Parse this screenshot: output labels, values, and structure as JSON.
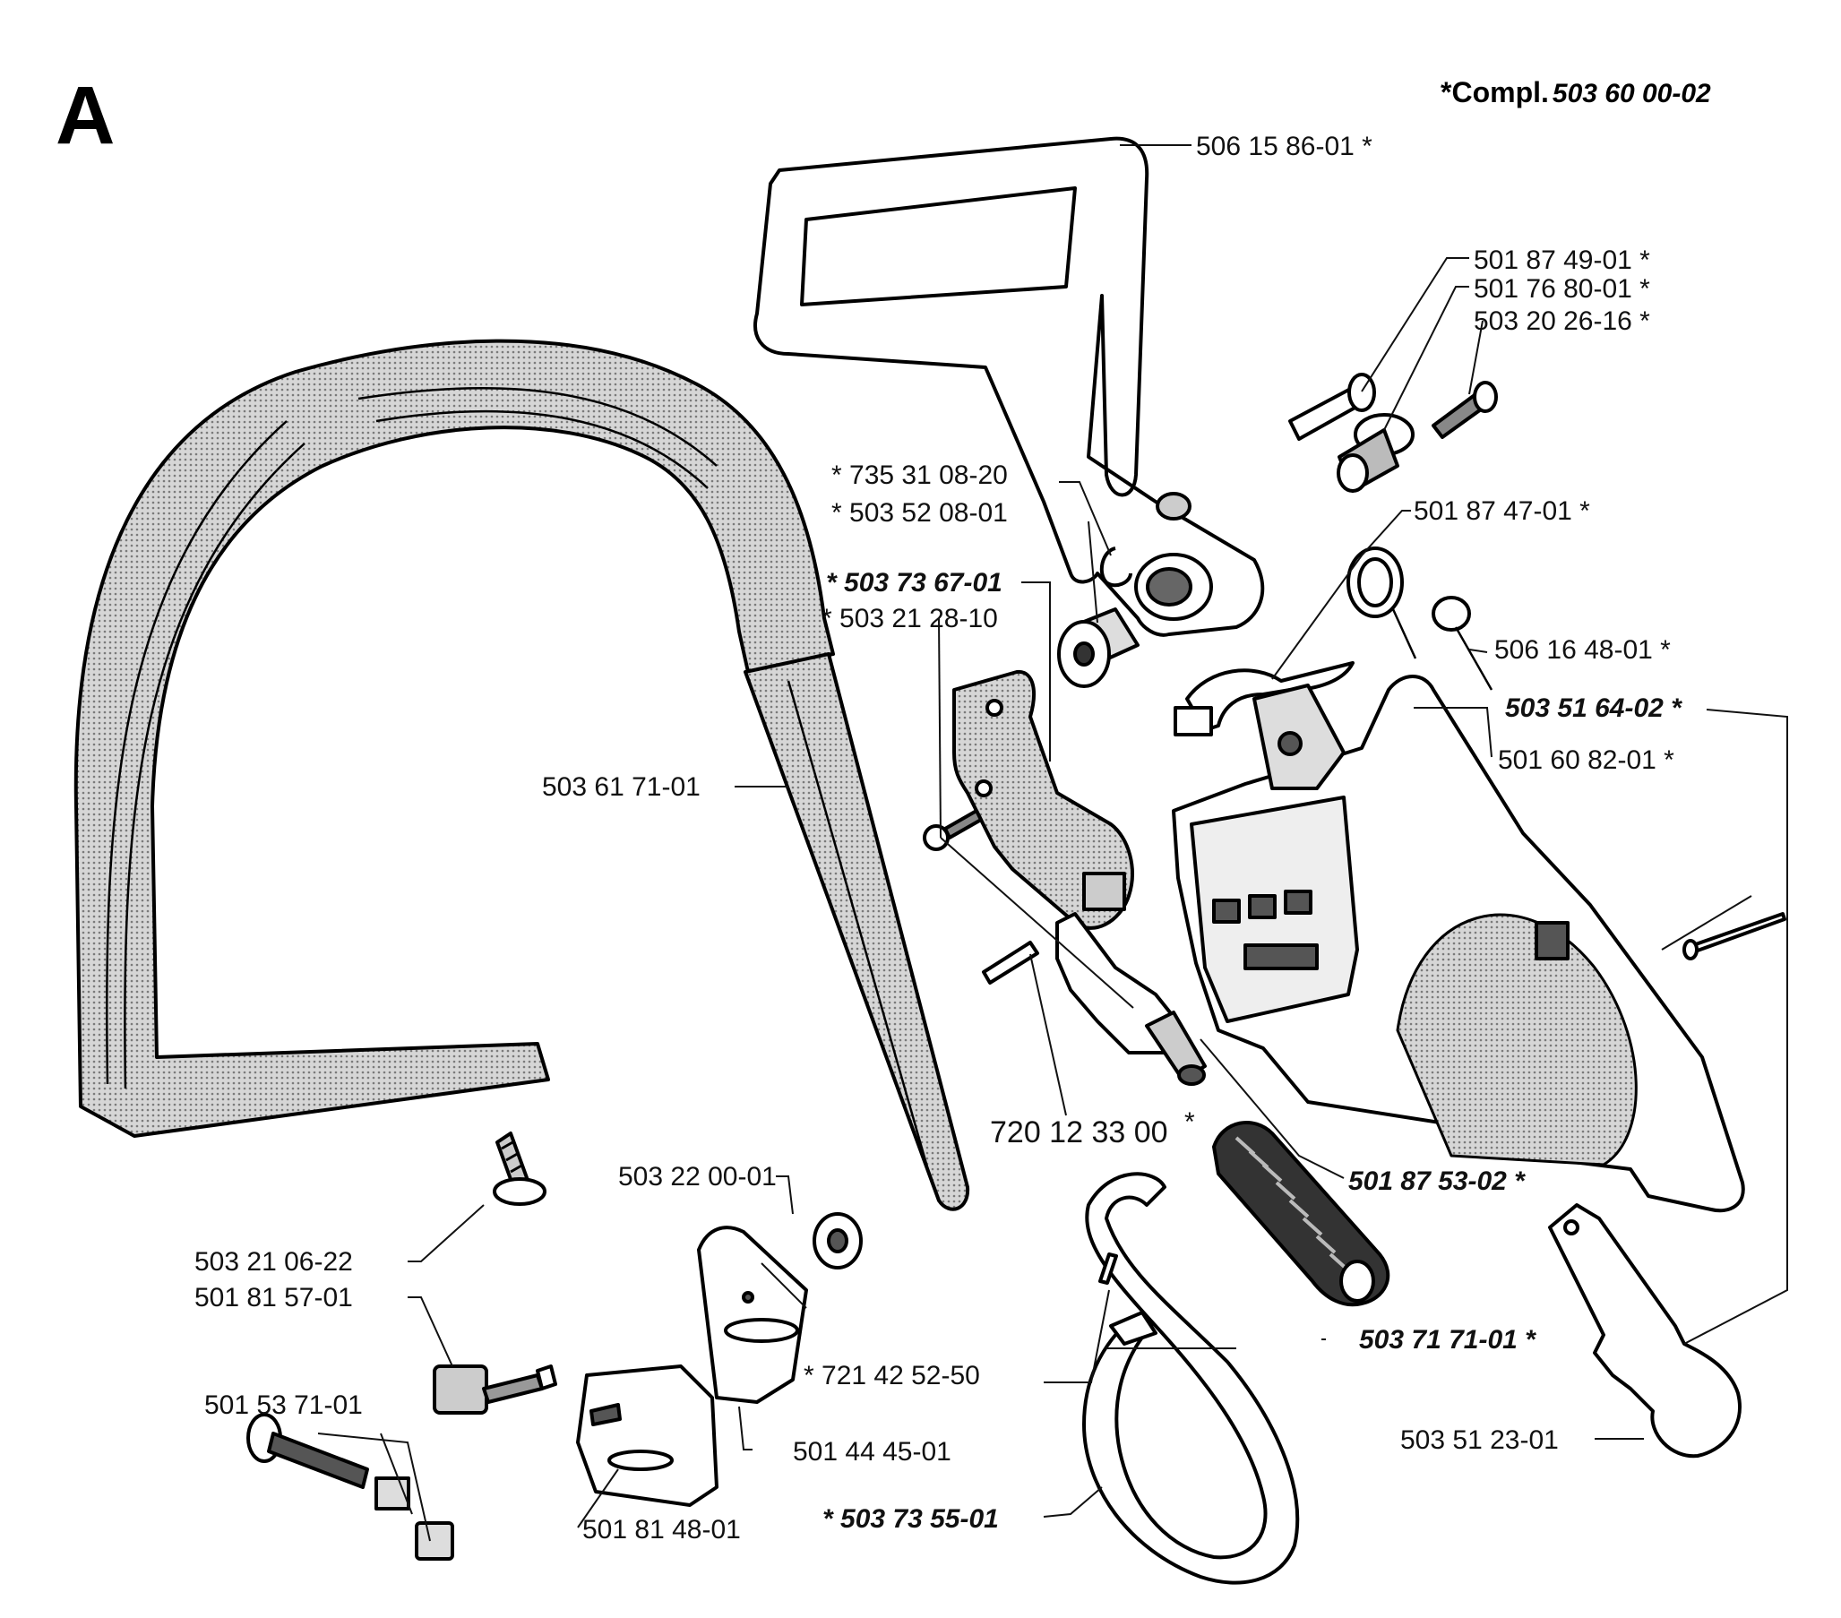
{
  "section_letter": "A",
  "kit": {
    "prefix": "*Compl.",
    "number": "503 60 00-02"
  },
  "labels": [
    {
      "key": "front_handle",
      "text": "506 15 86-01 *",
      "bold": false
    },
    {
      "key": "bolt_a",
      "text": "501 87 49-01 *",
      "bold": false
    },
    {
      "key": "bushing_a",
      "text": "501 76 80-01 *",
      "bold": false
    },
    {
      "key": "screw_a",
      "text": "503 20 26-16 *",
      "bold": false
    },
    {
      "key": "circlip",
      "text": "* 735 31 08-20",
      "bold": false
    },
    {
      "key": "bushing_b",
      "text": "* 503 52 08-01",
      "bold": false
    },
    {
      "key": "spring_clip",
      "text": "501 87 47-01 *",
      "bold": false
    },
    {
      "key": "plate_bold",
      "text": "* 503 73 67-01",
      "bold": true
    },
    {
      "key": "screw_b",
      "text": "* 503 21 28-10",
      "bold": false
    },
    {
      "key": "spring_small",
      "text": "506 16 48-01 *",
      "bold": false
    },
    {
      "key": "cover_bold",
      "text": "503 51 64-02 *",
      "bold": true
    },
    {
      "key": "cover_plain",
      "text": "501 60 82-01 *",
      "bold": false
    },
    {
      "key": "guard_bar",
      "text": "503 61 71-01",
      "bold": false
    },
    {
      "key": "pin",
      "text": "720 12 33 00",
      "bold": false
    },
    {
      "key": "pin_star",
      "text": "*",
      "bold": false
    },
    {
      "key": "lever_bold",
      "text": "501 87 53-02 *",
      "bold": true
    },
    {
      "key": "nut",
      "text": "503 22 00-01",
      "bold": false
    },
    {
      "key": "screw_c",
      "text": "503 21 06-22",
      "bold": false
    },
    {
      "key": "tensioner",
      "text": "501 81 57-01",
      "bold": false
    },
    {
      "key": "plate_outer",
      "text": "* 721 42 52-50",
      "bold": false
    },
    {
      "key": "spring_bold",
      "text": "503 71 71-01 *",
      "bold": true
    },
    {
      "key": "adjuster",
      "text": "501 53 71-01",
      "bold": false
    },
    {
      "key": "plate_inner",
      "text": "501 44 45-01",
      "bold": false
    },
    {
      "key": "lever_plate",
      "text": "503 51 23-01",
      "bold": false
    },
    {
      "key": "bar_plate",
      "text": "501 81 48-01",
      "bold": false
    },
    {
      "key": "brake_band",
      "text": "* 503 73 55-01",
      "bold": true
    }
  ]
}
